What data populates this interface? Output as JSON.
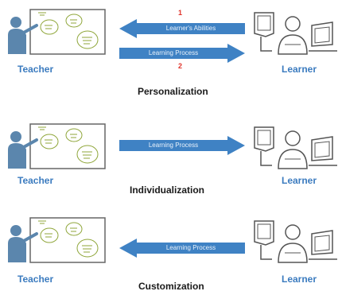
{
  "teacher_label": "Teacher",
  "learner_label": "Learner",
  "sections": [
    {
      "title": "Personalization",
      "arrows": [
        {
          "label": "Learner's Abilities",
          "number": "1",
          "direction": "left"
        },
        {
          "label": "Learning Process",
          "number": "2",
          "direction": "right"
        }
      ]
    },
    {
      "title": "Individualization",
      "arrows": [
        {
          "label": "Learning Process",
          "direction": "right"
        }
      ]
    },
    {
      "title": "Customization",
      "arrows": [
        {
          "label": "Learning Process",
          "direction": "left"
        }
      ]
    }
  ],
  "colors": {
    "arrow_fill": "#3f82c4",
    "arrow_text": "#e9f2fb",
    "role_label": "#3b7bbf",
    "number_red": "#e0332b",
    "teacher_body": "#5b86ad",
    "board_doodle": "#8fa63a",
    "outline": "#555555"
  },
  "icons": [
    "teacher-at-whiteboard-icon",
    "learner-at-computer-icon"
  ]
}
